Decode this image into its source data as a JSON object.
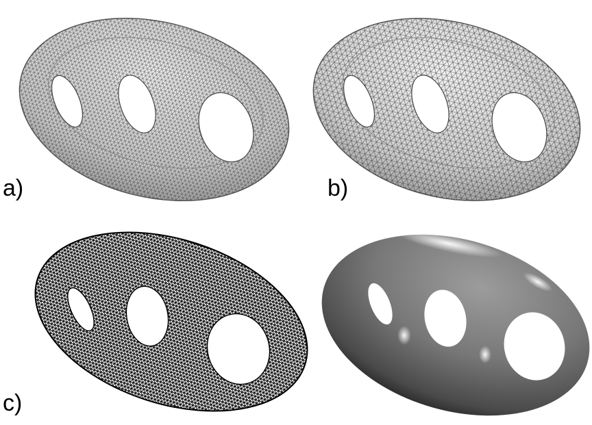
{
  "figure": {
    "panels": [
      {
        "id": "a",
        "label": "a)",
        "style": "light-gray mesh with fine triangulation"
      },
      {
        "id": "b",
        "label": "b)",
        "style": "light-gray mesh with coarser triangulation"
      },
      {
        "id": "c",
        "label": "c)",
        "style": "black wireframe"
      },
      {
        "id": "d",
        "label": "",
        "style": "smooth shaded surface"
      }
    ],
    "colors": {
      "background": "#ffffff",
      "mesh_fill": "#d9d9d9",
      "mesh_line": "#3a3a3a",
      "wire": "#000000",
      "shaded_dark": "#1f1f1f",
      "shaded_mid": "#8a8a8a",
      "shaded_light": "#eeeeee"
    }
  }
}
